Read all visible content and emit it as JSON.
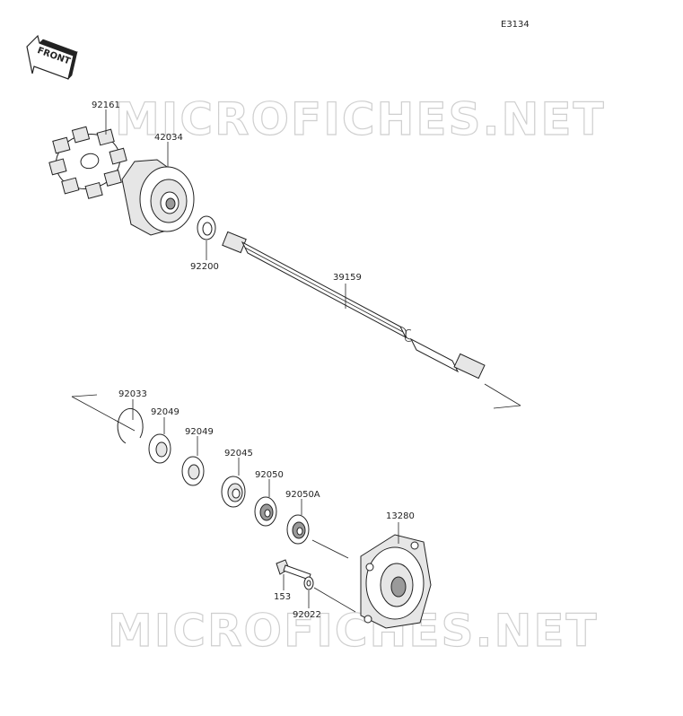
{
  "diagram_code": "E3134",
  "front_label": "FRONT",
  "watermark": "MICROFICHES.NET",
  "parts": {
    "p92161": "92161",
    "p42034": "42034",
    "p92200": "92200",
    "p39159": "39159",
    "p92033": "92033",
    "p92049a": "92049",
    "p92049b": "92049",
    "p92045": "92045",
    "p92050": "92050",
    "p92050A": "92050A",
    "p13280": "13280",
    "p153": "153",
    "p92022": "92022"
  }
}
